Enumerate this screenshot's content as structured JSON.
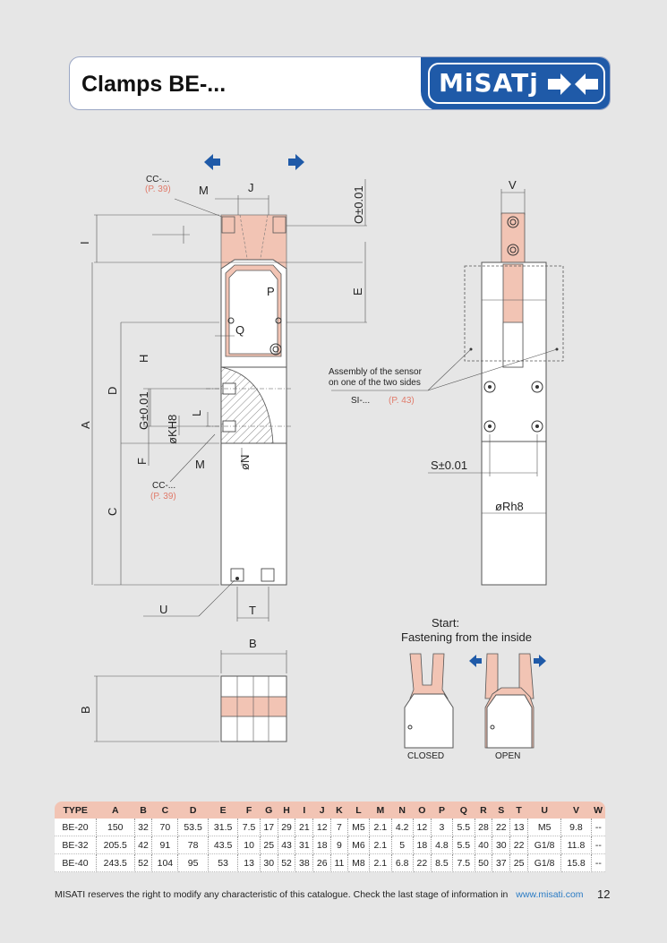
{
  "header": {
    "title": "Clamps BE-...",
    "logo_text": "MiSATj"
  },
  "drawing": {
    "labels": {
      "M": "M",
      "J": "J",
      "O": "O±0.01",
      "I": "I",
      "E": "E",
      "P": "P",
      "Q": "Q",
      "H": "H",
      "D": "D",
      "A": "A",
      "G": "G±0.01",
      "KH": "øKH8",
      "L": "L",
      "F": "F",
      "M2": "M",
      "N": "øN",
      "C": "C",
      "U": "U",
      "T": "T",
      "V": "V",
      "S": "S±0.01",
      "R": "øRh8",
      "B_top": "B",
      "B_side": "B"
    },
    "cc_top": "CC-...",
    "cc_top_ref": "(P. 39)",
    "cc_bottom": "CC-...",
    "cc_bottom_ref": "(P. 39)",
    "sensor_note_1": "Assembly of the sensor",
    "sensor_note_2": "on one of the two sides",
    "si": "SI-...",
    "si_ref": "(P. 43)",
    "start_1": "Start:",
    "start_2": "Fastening from the inside",
    "closed": "CLOSED",
    "open": "OPEN"
  },
  "colors": {
    "accent": "#1f5aa8",
    "pink": "#f2c4b4",
    "ref": "#e07a6a"
  },
  "table": {
    "headers": [
      "TYPE",
      "A",
      "B",
      "C",
      "D",
      "E",
      "F",
      "G",
      "H",
      "I",
      "J",
      "K",
      "L",
      "M",
      "N",
      "O",
      "P",
      "Q",
      "R",
      "S",
      "T",
      "U",
      "V",
      "W"
    ],
    "rows": [
      [
        "BE-20",
        "150",
        "32",
        "70",
        "53.5",
        "31.5",
        "7.5",
        "17",
        "29",
        "21",
        "12",
        "7",
        "M5",
        "2.1",
        "4.2",
        "12",
        "3",
        "5.5",
        "28",
        "22",
        "13",
        "M5",
        "9.8",
        "--"
      ],
      [
        "BE-32",
        "205.5",
        "42",
        "91",
        "78",
        "43.5",
        "10",
        "25",
        "43",
        "31",
        "18",
        "9",
        "M6",
        "2.1",
        "5",
        "18",
        "4.8",
        "5.5",
        "40",
        "30",
        "22",
        "G1/8",
        "11.8",
        "--"
      ],
      [
        "BE-40",
        "243.5",
        "52",
        "104",
        "95",
        "53",
        "13",
        "30",
        "52",
        "38",
        "26",
        "11",
        "M8",
        "2.1",
        "6.8",
        "22",
        "8.5",
        "7.5",
        "50",
        "37",
        "25",
        "G1/8",
        "15.8",
        "--"
      ]
    ]
  },
  "footer": {
    "text": "MISATI reserves the right to modify any characteristic of this catalogue. Check the last stage of information in",
    "link": "www.misati.com",
    "page": "12"
  }
}
